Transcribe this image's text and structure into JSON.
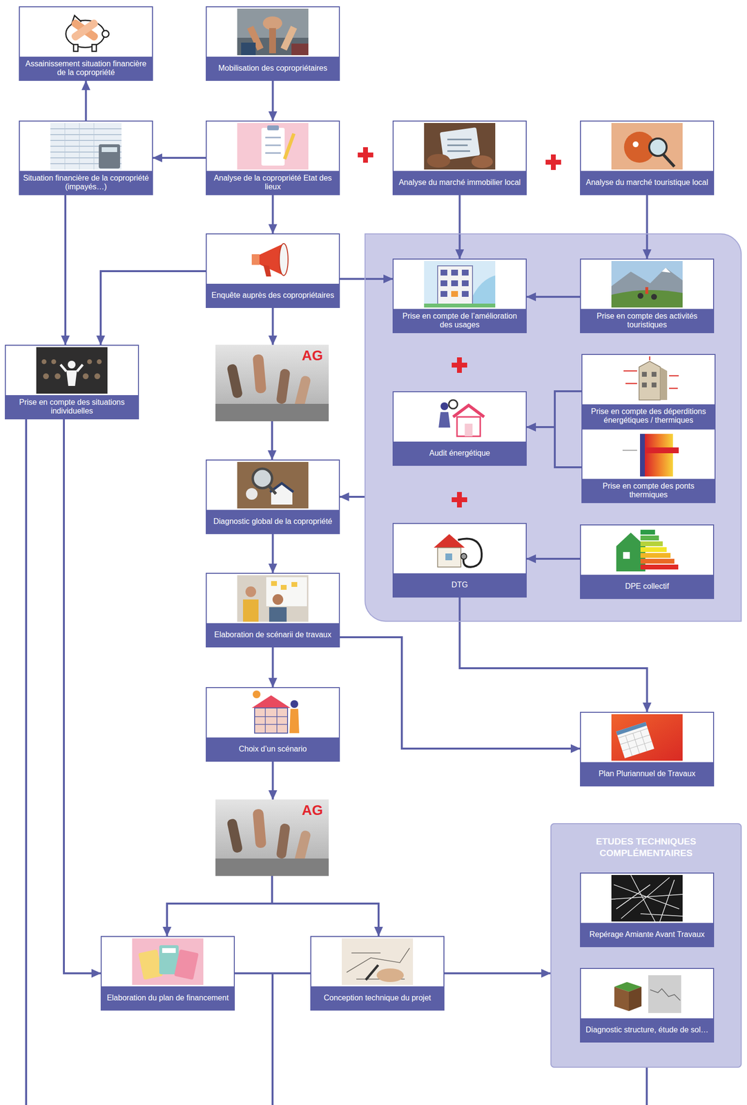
{
  "diagram": {
    "nodes": [
      {
        "text": [
          "Assainissement situation financière de la copropriété"
        ]
      },
      {
        "text": [
          "Mobilisation des copropriétaires"
        ]
      },
      {
        "text": [
          "Situation financière de la copropriété (impayés…)"
        ]
      },
      {
        "text": [
          "Analyse de la copropriété Etat des lieux"
        ]
      },
      {
        "text": [
          "Analyse du marché immobilier local"
        ]
      },
      {
        "text": [
          "Analyse du marché touristique local"
        ]
      },
      {
        "text": [
          "Enquête auprès des copropriétaires"
        ]
      },
      {
        "text": []
      },
      {
        "text": [
          "Prise en compte de l’amélioration des usages"
        ],
        "in": 7
      },
      {
        "text": [
          "Prise en compte des activités touristiques"
        ],
        "in": 7
      },
      {
        "text": [
          "Prise en compte des situations individuelles"
        ]
      },
      {
        "text": [
          "AG"
        ]
      },
      {
        "text": [
          "Prise en compte des déperditions énergétiques / thermiques"
        ],
        "in": 7
      },
      {
        "text": [
          "Audit énergétique"
        ],
        "in": 7
      },
      {
        "text": [
          "Prise en compte des ponts thermiques"
        ],
        "in": 7
      },
      {
        "text": [
          "Diagnostic global de la copropriété"
        ]
      },
      {
        "text": [
          "DTG"
        ],
        "in": 7
      },
      {
        "text": [
          "DPE collectif"
        ],
        "in": 7
      },
      {
        "text": [
          "Elaboration de scénarii de travaux"
        ]
      },
      {
        "text": [
          "Choix d’un scénario"
        ]
      },
      {
        "text": [
          "Plan Pluriannuel de Travaux"
        ]
      },
      {
        "text": [
          "AG"
        ]
      },
      {
        "text": [
          "ETUDES TECHNIQUES COMPLÉMENTAIRES"
        ]
      },
      {
        "text": [
          "Repérage Amiante Avant Travaux"
        ],
        "in": 22
      },
      {
        "text": [
          "Elaboration du plan de financement"
        ]
      },
      {
        "text": [
          "Conception technique du projet"
        ]
      },
      {
        "text": [
          "Diagnostic structure, étude de sol…"
        ],
        "in": 22
      }
    ],
    "edges": [
      {
        "from": 1,
        "to": 3,
        "arrow": "to"
      },
      {
        "from": 3,
        "to": 2,
        "arrow": "to"
      },
      {
        "from": 2,
        "to": 0,
        "arrow": "to"
      },
      {
        "from": 3,
        "to": 6,
        "arrow": "to"
      },
      {
        "from": 4,
        "to": 8,
        "arrow": "to"
      },
      {
        "from": 5,
        "to": 9,
        "arrow": "to"
      },
      {
        "from": 6,
        "to": 8,
        "arrow": "to"
      },
      {
        "from": 9,
        "to": 8,
        "arrow": "to"
      },
      {
        "from": 6,
        "to": 10,
        "arrow": "to"
      },
      {
        "from": 2,
        "to": 10,
        "arrow": "to"
      },
      {
        "from": 6,
        "to": 11,
        "arrow": "to"
      },
      {
        "from": 11,
        "to": 15,
        "arrow": "to"
      },
      {
        "from": 12,
        "to": 13,
        "arrow": "to"
      },
      {
        "from": 14,
        "to": 13,
        "arrow": "to"
      },
      {
        "from": 7,
        "to": 15,
        "arrow": "to"
      },
      {
        "from": 17,
        "to": 16,
        "arrow": "to"
      },
      {
        "from": 15,
        "to": 18,
        "arrow": "to"
      },
      {
        "from": 18,
        "to": 19,
        "arrow": "to"
      },
      {
        "from": 18,
        "to": 20,
        "arrow": "to"
      },
      {
        "from": 16,
        "to": 20,
        "arrow": "to"
      },
      {
        "from": 19,
        "to": 21,
        "arrow": "to"
      },
      {
        "from": 21,
        "to": 24,
        "arrow": "to"
      },
      {
        "from": 21,
        "to": 25,
        "arrow": "to"
      },
      {
        "from": 10,
        "to": 24,
        "arrow": "to"
      },
      {
        "from": 25,
        "to": 22,
        "arrow": "to"
      }
    ]
  }
}
